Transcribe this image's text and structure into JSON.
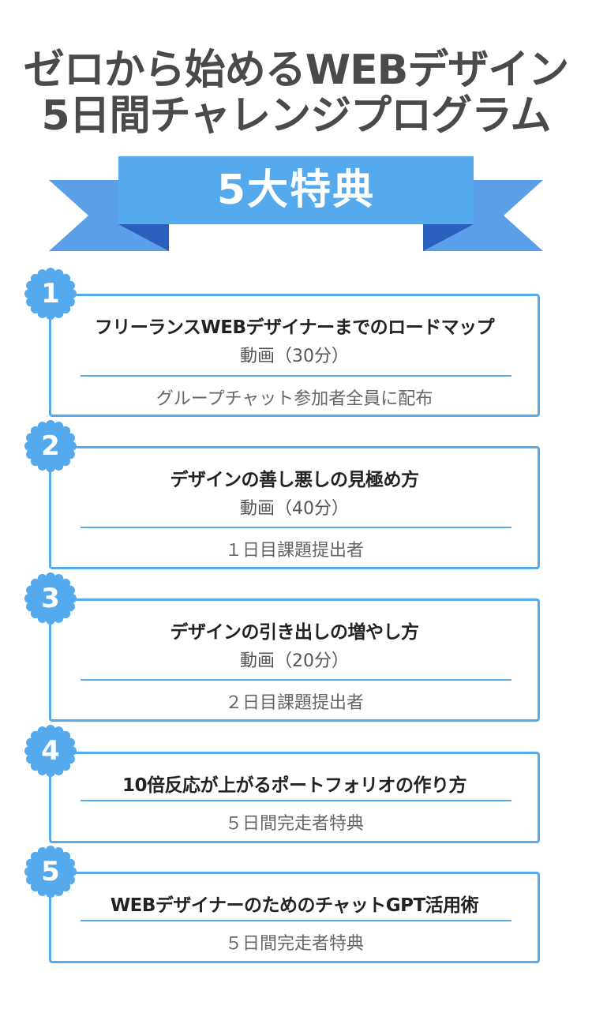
{
  "header": {
    "title_line1": "ゼロから始めるWEBデザイン",
    "title_line2": "5日間チャレンジプログラム",
    "ribbon_label": "5大特典"
  },
  "colors": {
    "accent": "#55aaee",
    "ribbon_main": "#55aaee",
    "ribbon_tail": "#5b9fe8",
    "ribbon_fold": "#2a5fbd",
    "title": "#4a4a4a"
  },
  "benefits": [
    {
      "number": "1",
      "title": "フリーランスWEBデザイナーまでのロードマップ",
      "subtitle": "動画（30分）",
      "note": "グループチャット参加者全員に配布"
    },
    {
      "number": "2",
      "title": "デザインの善し悪しの見極め方",
      "subtitle": "動画（40分）",
      "note": "１日目課題提出者"
    },
    {
      "number": "3",
      "title": "デザインの引き出しの増やし方",
      "subtitle": "動画（20分）",
      "note": "２日目課題提出者"
    },
    {
      "number": "4",
      "title": "10倍反応が上がるポートフォリオの作り方",
      "note": "５日間完走者特典"
    },
    {
      "number": "5",
      "title": "WEBデザイナーのためのチャットGPT活用術",
      "note": "５日間完走者特典"
    }
  ]
}
